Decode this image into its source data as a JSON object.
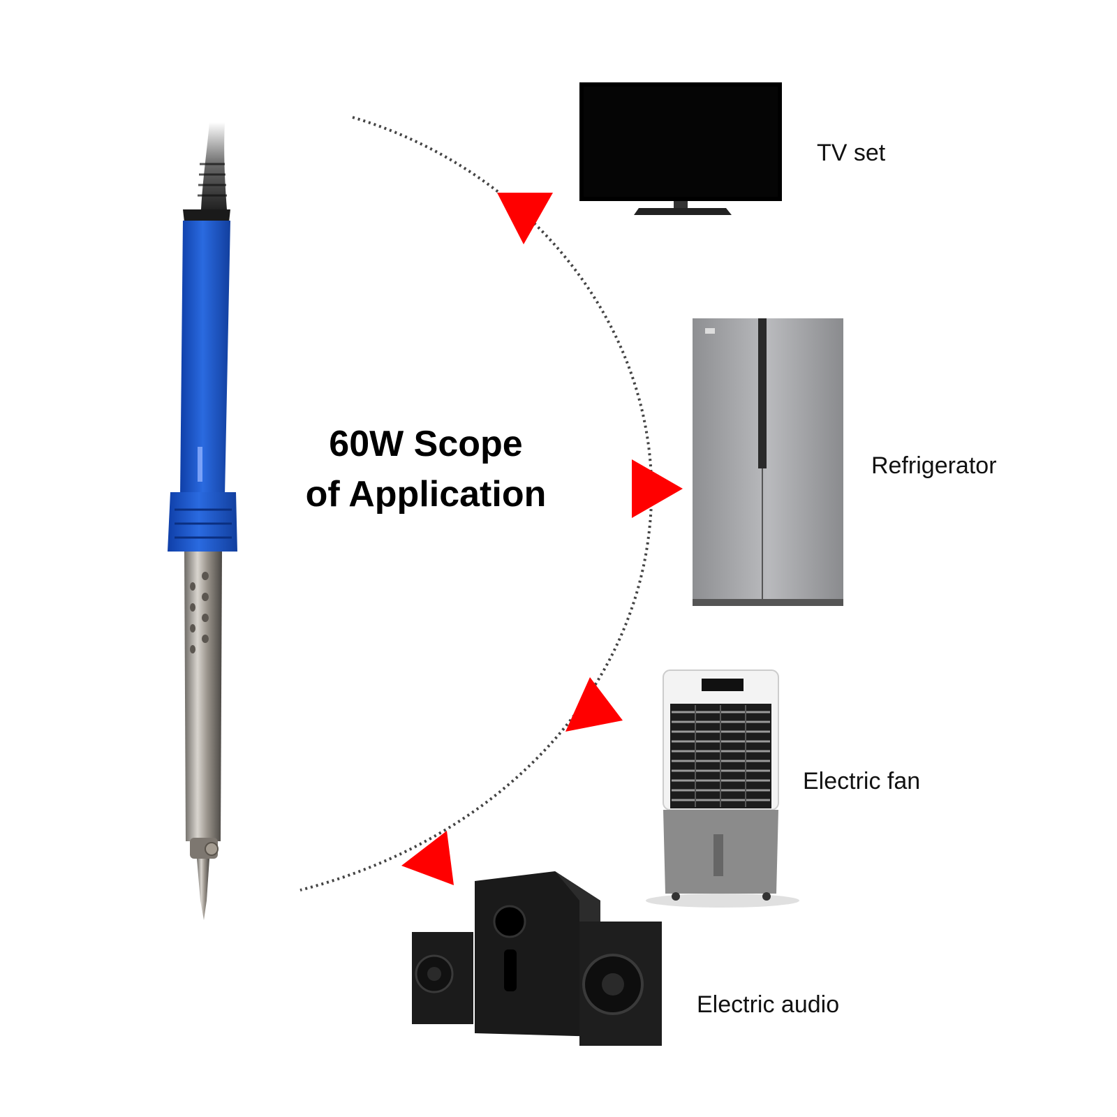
{
  "heading": {
    "line1": "60W Scope",
    "line2": "of Application"
  },
  "applications": [
    {
      "label": "TV set",
      "icon": "tv-icon"
    },
    {
      "label": "Refrigerator",
      "icon": "refrigerator-icon"
    },
    {
      "label": "Electric fan",
      "icon": "electric-fan-icon"
    },
    {
      "label": "Electric audio",
      "icon": "speaker-set-icon"
    }
  ],
  "colors": {
    "arrow": "#ff0000",
    "iron_handle": "#1f5fd1",
    "background": "#ffffff"
  }
}
